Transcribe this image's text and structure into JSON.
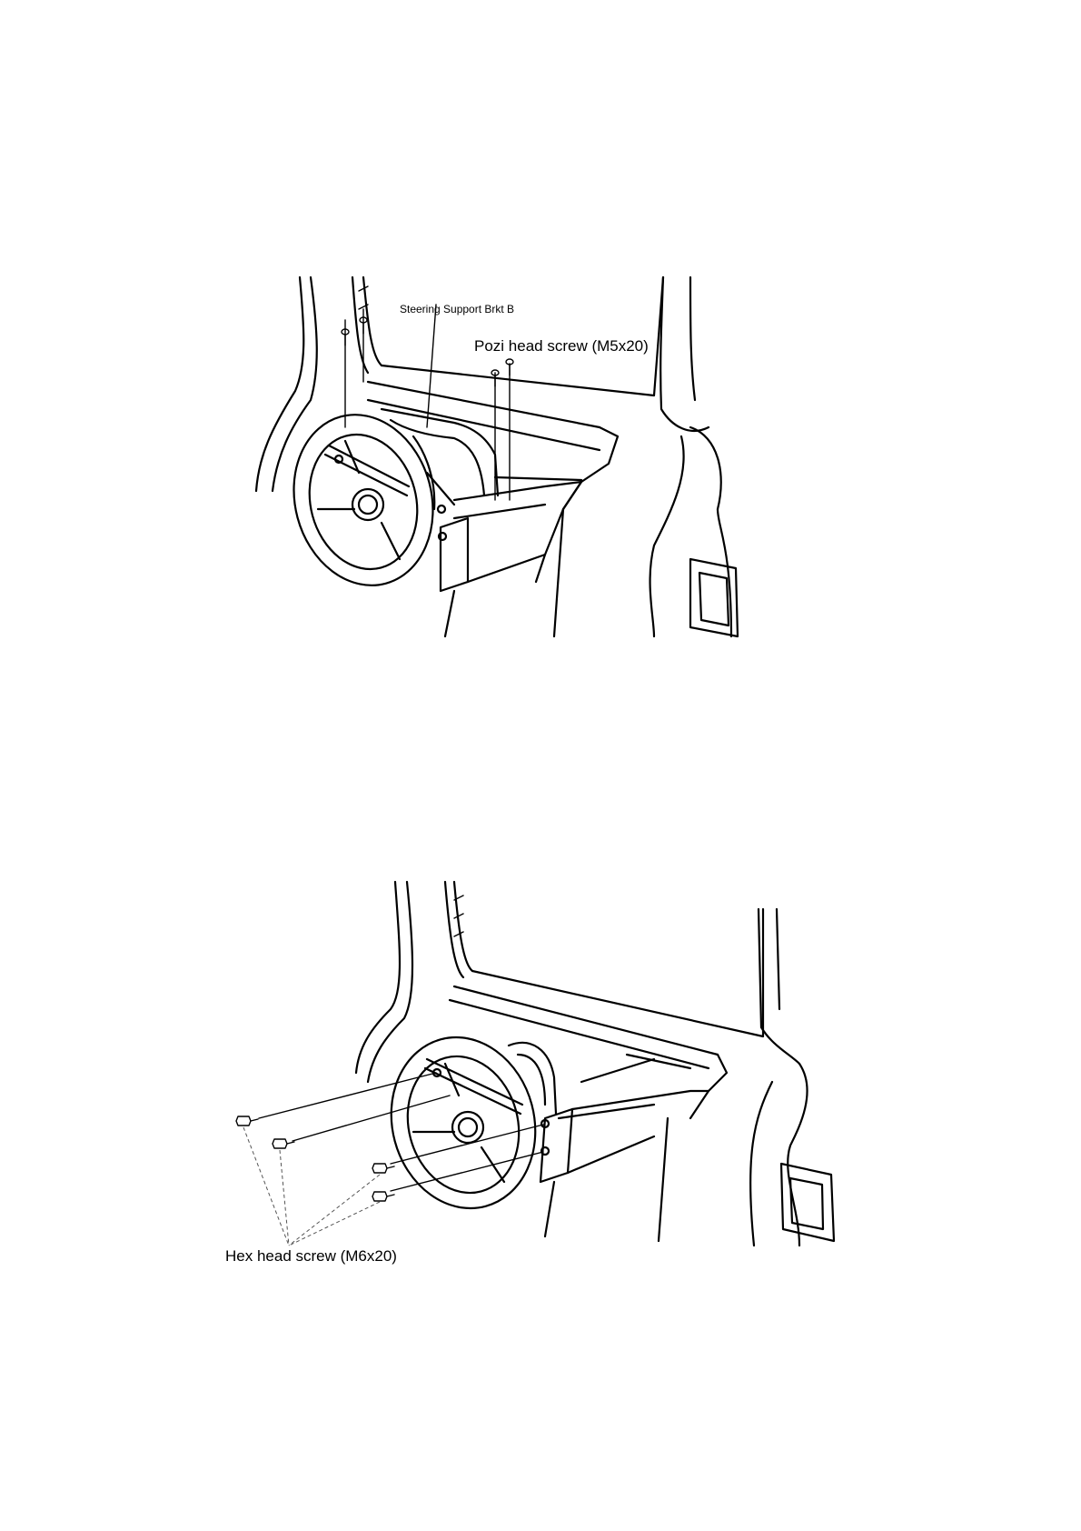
{
  "figure_top": {
    "labels": {
      "bracket": "Steering Support Brkt B",
      "screw": "Pozi head screw (M5x20)"
    },
    "icons": [
      "pozi-screw-icon",
      "steering-wheel-icon",
      "cabinet-outline-icon"
    ]
  },
  "figure_bottom": {
    "labels": {
      "screw": "Hex head screw (M6x20)"
    },
    "icons": [
      "hex-screw-icon",
      "steering-wheel-icon",
      "cabinet-outline-icon"
    ]
  }
}
